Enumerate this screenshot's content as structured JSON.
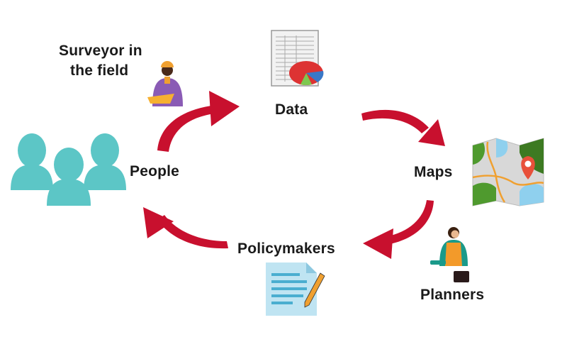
{
  "labels": {
    "surveyor_line1": "Surveyor in",
    "surveyor_line2": "the field",
    "data": "Data",
    "maps": "Maps",
    "planners": "Planners",
    "policymakers": "Policymakers",
    "people": "People"
  },
  "icons": [
    "surveyor-icon",
    "spreadsheet-chart-icon",
    "map-icon",
    "planner-icon",
    "document-pen-icon",
    "people-group-icon"
  ],
  "colors": {
    "arrow": "#c8102e",
    "people": "#5cc6c6",
    "text": "#1a1a1a"
  }
}
